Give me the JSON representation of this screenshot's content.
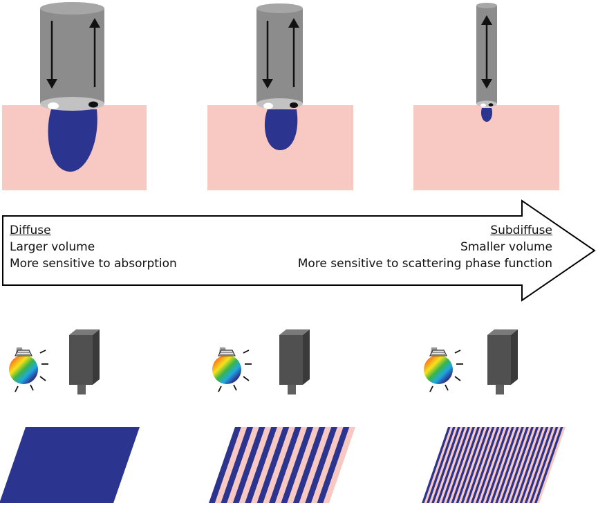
{
  "colors": {
    "tissue": "#f8c8c2",
    "probe": "#8c8c8c",
    "probe_top": "#a6a6a6",
    "probe_tip": "#c2c2c2",
    "sampling_volume": "#2b3590",
    "arrow_outline": "#000000",
    "camera": "#505050",
    "stripe_light": "#f8c8c2",
    "stripe_dark": "#2b3590"
  },
  "icons": {
    "light_source": "light-bulb-icon",
    "detector": "camera-icon",
    "measurement_direction": "up-down-arrow-icon"
  },
  "arrow": {
    "left": {
      "heading": "Diffuse",
      "line1": "Larger volume",
      "line2": "More sensitive to absorption"
    },
    "right": {
      "heading": "Subdiffuse",
      "line1": "Smaller volume",
      "line2": "More sensitive to scattering phase function"
    }
  },
  "panels": [
    {
      "probe_size": "large",
      "sampling_volume": "large",
      "stripe_count": 0
    },
    {
      "probe_size": "medium",
      "sampling_volume": "medium",
      "stripe_count": 10
    },
    {
      "probe_size": "small",
      "sampling_volume": "small",
      "stripe_count": 24
    }
  ]
}
